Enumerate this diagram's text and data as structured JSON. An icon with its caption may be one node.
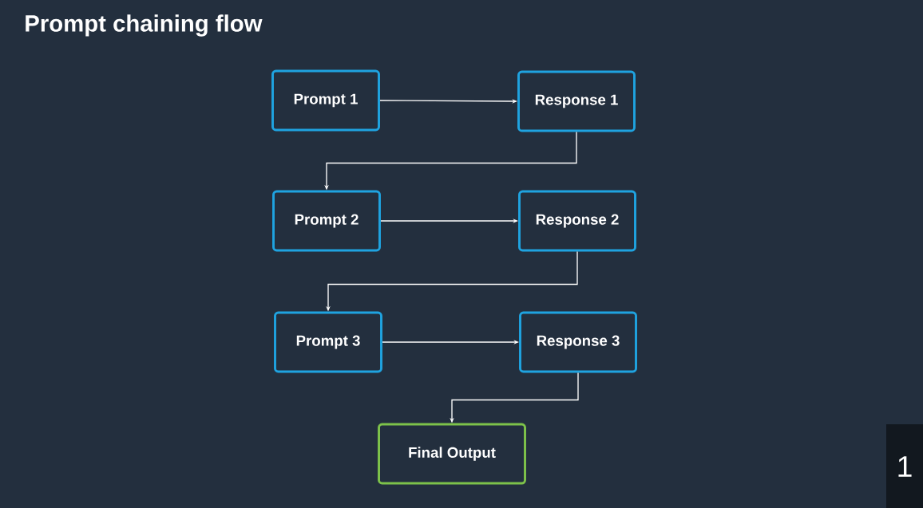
{
  "diagram": {
    "title": "Prompt chaining flow",
    "nodes": [
      {
        "text": [
          "Prompt 1"
        ]
      },
      {
        "text": [
          "Response 1"
        ]
      },
      {
        "text": [
          "Prompt 2"
        ]
      },
      {
        "text": [
          "Response 2"
        ]
      },
      {
        "text": [
          "Prompt 3"
        ]
      },
      {
        "text": [
          "Response 3"
        ]
      },
      {
        "text": [
          "Final Output"
        ]
      }
    ],
    "edges": [
      {
        "from": 0,
        "to": 1,
        "arrow": "to"
      },
      {
        "from": 1,
        "to": 2,
        "arrow": "to"
      },
      {
        "from": 2,
        "to": 3,
        "arrow": "to"
      },
      {
        "from": 3,
        "to": 4,
        "arrow": "to"
      },
      {
        "from": 4,
        "to": 5,
        "arrow": "to"
      },
      {
        "from": 5,
        "to": 6,
        "arrow": "to"
      }
    ],
    "labels": [
      "1"
    ]
  }
}
